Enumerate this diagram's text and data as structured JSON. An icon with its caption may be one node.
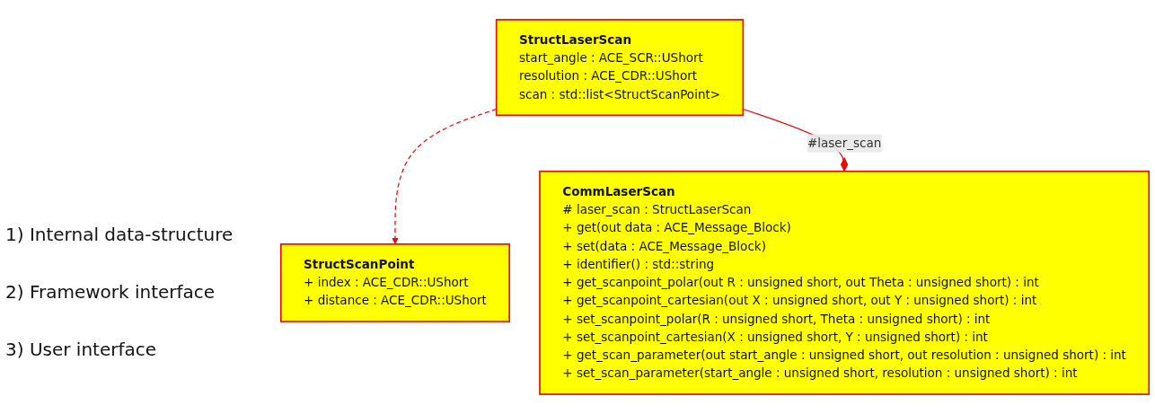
{
  "diagram": {
    "nodes": [
      {
        "text": [
          "StructLaserScan",
          "start_angle : ACE_SCR::UShort",
          "resolution : ACE_CDR::UShort",
          "scan : std::list<StructScanPoint>"
        ]
      },
      {
        "text": [
          "StructScanPoint",
          "+ index : ACE_CDR::UShort",
          "+ distance : ACE_CDR::UShort"
        ]
      },
      {
        "text": [
          "CommLaserScan",
          "# laser_scan : StructLaserScan",
          "+ get(out data : ACE_Message_Block)",
          "+ set(data : ACE_Message_Block)",
          "+ identifier() : std::string",
          "+ get_scanpoint_polar(out R : unsigned short, out Theta : unsigned short) : int",
          "+ get_scanpoint_cartesian(out X : unsigned short, out Y : unsigned short) : int",
          "+ set_scanpoint_polar(R : unsigned short, Theta : unsigned short) : int",
          "+ set_scanpoint_cartesian(X : unsigned short, Y : unsigned short) : int",
          "+ get_scan_parameter(out start_angle : unsigned short, out resolution : unsigned short) : int",
          "+ set_scan_parameter(start_angle : unsigned short, resolution : unsigned short) : int"
        ]
      }
    ],
    "edges": [
      {
        "from": 0,
        "to": 1,
        "arrow": "to",
        "style": "dashed"
      },
      {
        "from": 0,
        "to": 2,
        "arrow": "other",
        "label": "#laser_scan"
      }
    ],
    "labels": [
      "1) Internal data-structure",
      "2) Framework interface",
      "3) User interface"
    ]
  }
}
